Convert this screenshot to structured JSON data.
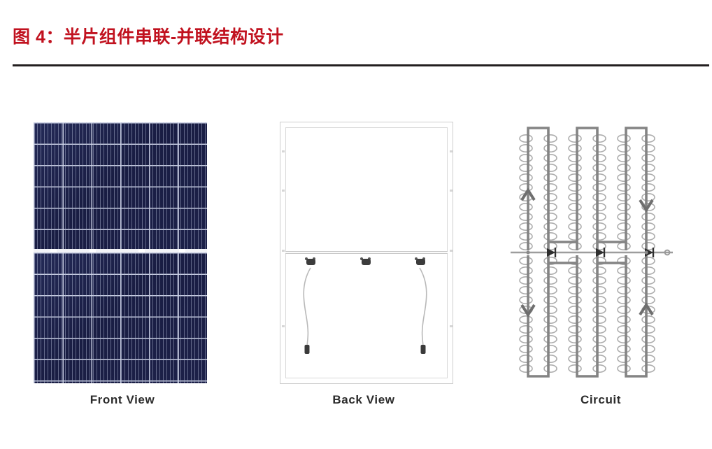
{
  "figure": {
    "title": "图 4：半片组件串联-并联结构设计",
    "title_color": "#c1121f",
    "rule_color": "#231f20"
  },
  "panels": [
    {
      "id": "front-view",
      "caption": "Front View",
      "type": "solar-module-photo",
      "description": "Dark navy polycrystalline half-cut cell module, front face, split into two halves by a horizontal gap",
      "module_color": "#1b1f46",
      "grid_color": "#ced4e8",
      "cell_columns": 6,
      "cell_rows_per_half": 6,
      "halves": 2
    },
    {
      "id": "back-view",
      "caption": "Back View",
      "type": "module-line-drawing",
      "description": "White back sheet outline with aluminium frame, horizontal split bar, three junction boxes and two output cables with MC4 connectors",
      "line_color": "#cfcfcf",
      "junction_boxes": 3,
      "cables": 2,
      "connectors": 2
    },
    {
      "id": "circuit",
      "caption": "Circuit",
      "type": "circuit-schematic",
      "description": "Three parallel cell-string loops connected in series-parallel through three bypass diodes on a central bus",
      "line_color": "#7a7a7a",
      "strings": 3,
      "bypass_diodes": 3,
      "terminals": 2,
      "current_arrows": [
        {
          "position": "left-upper",
          "direction": "up"
        },
        {
          "position": "left-lower",
          "direction": "down"
        },
        {
          "position": "right-upper",
          "direction": "down"
        },
        {
          "position": "right-lower",
          "direction": "up"
        }
      ]
    }
  ],
  "icons": {
    "junction_box": "junction-box-icon",
    "cable_connector": "cable-connector-icon",
    "diode": "diode-icon",
    "arrow_up": "arrow-up-icon",
    "arrow_down": "arrow-down-icon",
    "terminal": "terminal-node-icon"
  }
}
